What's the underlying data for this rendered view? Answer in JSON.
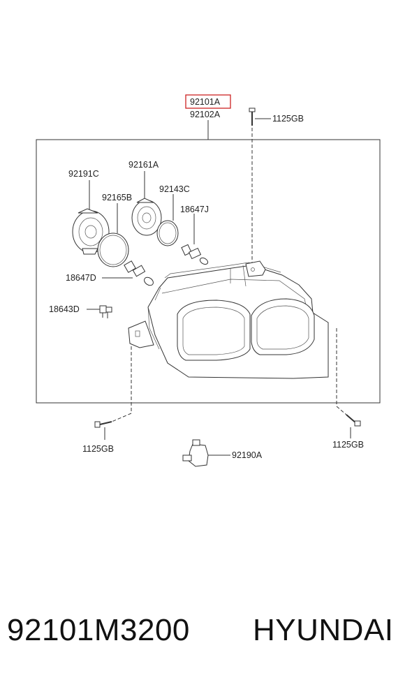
{
  "labels": {
    "assembly_highlighted": "92101A",
    "assembly_alt": "92102A",
    "screw_top": "1125GB",
    "socket_left": "92191C",
    "socket_right": "92161A",
    "cap_left": "92165B",
    "cap_right": "92143C",
    "bulb_right": "18647J",
    "bulb_left": "18647D",
    "bulb_small": "18643D",
    "screw_left": "1125GB",
    "screw_right": "1125GB",
    "actuator": "92190A"
  },
  "footer": {
    "part_number": "92101M3200",
    "brand": "HYUNDAI"
  },
  "colors": {
    "highlight_border": "#cc2222",
    "line": "#333333"
  }
}
